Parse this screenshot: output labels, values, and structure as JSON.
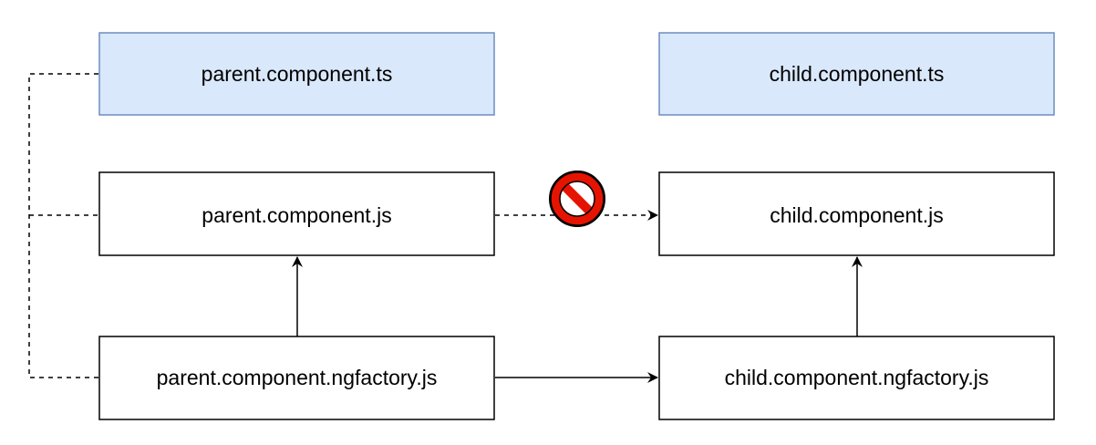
{
  "diagram": {
    "nodes": {
      "parent_ts": {
        "label": "parent.component.ts",
        "fill": "#dae8fc",
        "stroke": "#6c8ebf"
      },
      "child_ts": {
        "label": "child.component.ts",
        "fill": "#dae8fc",
        "stroke": "#6c8ebf"
      },
      "parent_js": {
        "label": "parent.component.js",
        "fill": "#ffffff",
        "stroke": "#000000"
      },
      "child_js": {
        "label": "child.component.js",
        "fill": "#ffffff",
        "stroke": "#000000"
      },
      "parent_factory": {
        "label": "parent.component.ngfactory.js",
        "fill": "#ffffff",
        "stroke": "#000000"
      },
      "child_factory": {
        "label": "child.component.ngfactory.js",
        "fill": "#ffffff",
        "stroke": "#000000"
      }
    },
    "icons": {
      "blocked": {
        "name": "prohibited-icon",
        "color": "#e51400"
      }
    }
  }
}
